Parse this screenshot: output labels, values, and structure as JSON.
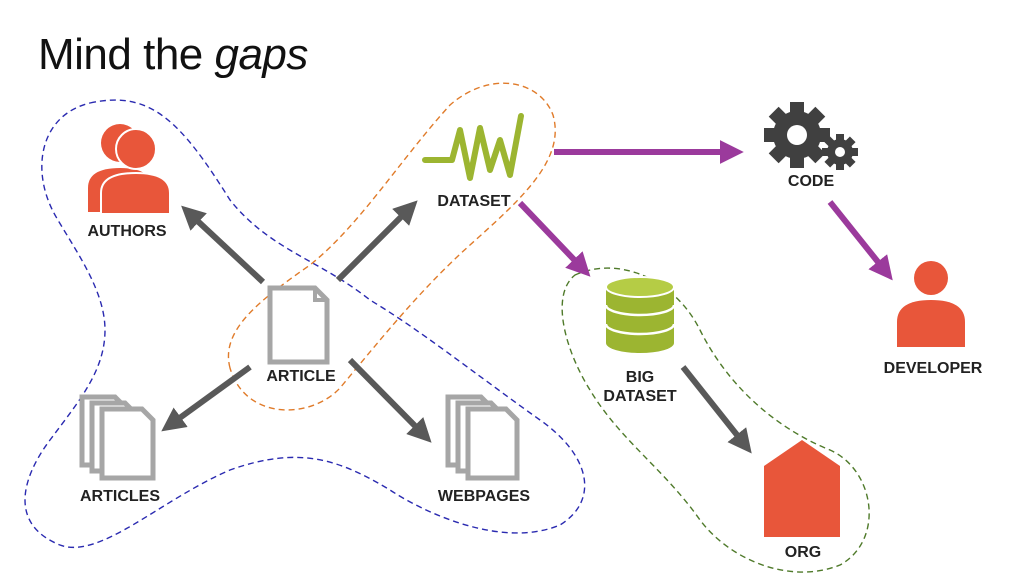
{
  "title": {
    "main": "Mind the ",
    "emphasis": "gaps"
  },
  "nodes": {
    "authors": "AUTHORS",
    "dataset": "DATASET",
    "code": "CODE",
    "article": "ARTICLE",
    "articles": "ARTICLES",
    "webpages": "WEBPAGES",
    "big_dataset_line1": "BIG",
    "big_dataset_line2": "DATASET",
    "developer": "DEVELOPER",
    "org": "ORG"
  },
  "colors": {
    "orange_red": "#e8563a",
    "green": "#9cb531",
    "gray_arrow": "#595959",
    "purple_arrow": "#9b3a9c",
    "doc_gray": "#a6a6a6",
    "gear": "#404040",
    "blue_outline": "#2a2ab0",
    "orange_outline": "#e07b2a",
    "green_outline": "#4f7a2a"
  }
}
